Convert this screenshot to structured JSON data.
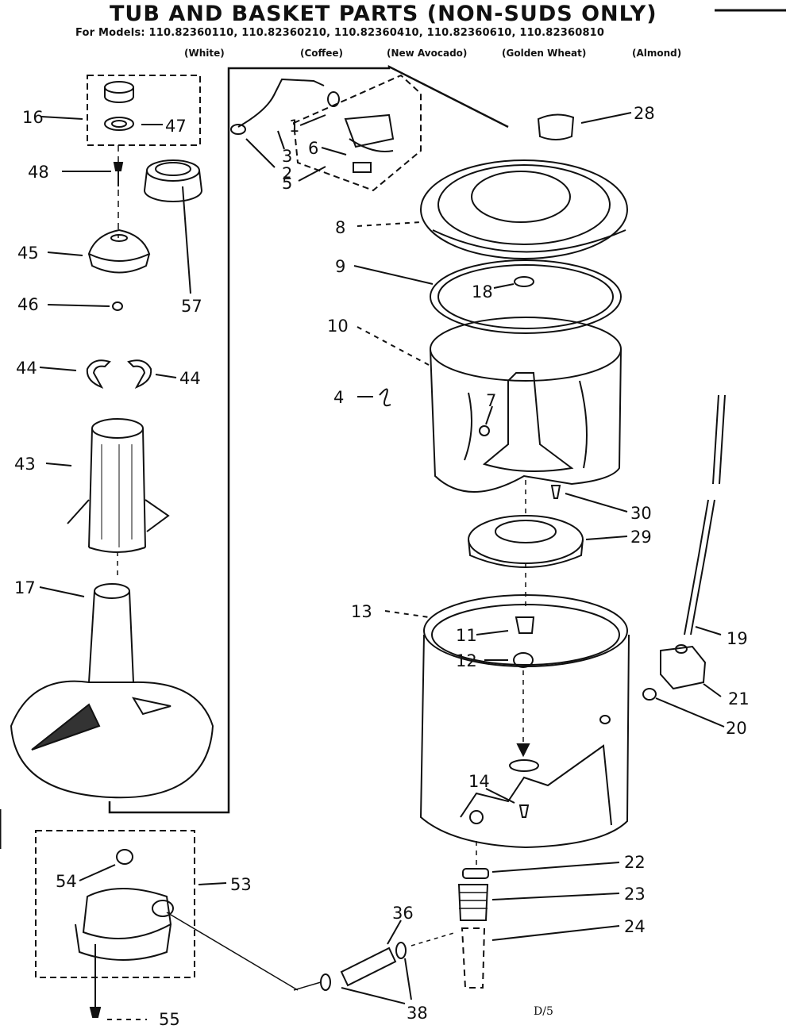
{
  "title": "TUB AND BASKET PARTS  (NON-SUDS ONLY)",
  "models_line": "For Models: 110.82360110, 110.82360210, 110.82360410, 110.82360610, 110.82360810",
  "colors": [
    "(White)",
    "(Coffee)",
    "(New Avocado)",
    "(Golden Wheat)",
    "(Almond)"
  ],
  "page_code": "D/5",
  "part_numbers": {
    "p16": "16",
    "p47": "47",
    "p48": "48",
    "p57": "57",
    "p45": "45",
    "p46": "46",
    "p44a": "44",
    "p44b": "44",
    "p43": "43",
    "p17": "17",
    "p1": "1",
    "p3": "3",
    "p6": "6",
    "p2": "2",
    "p5": "5",
    "p28": "28",
    "p8": "8",
    "p9": "9",
    "p18": "18",
    "p10": "10",
    "p4": "4",
    "p7": "7",
    "p30": "30",
    "p29": "29",
    "p13": "13",
    "p11": "11",
    "p12": "12",
    "p19": "19",
    "p21": "21",
    "p20": "20",
    "p14": "14",
    "p22": "22",
    "p23": "23",
    "p24": "24",
    "p36": "36",
    "p38": "38",
    "p53": "53",
    "p54": "54",
    "p55": "55"
  }
}
